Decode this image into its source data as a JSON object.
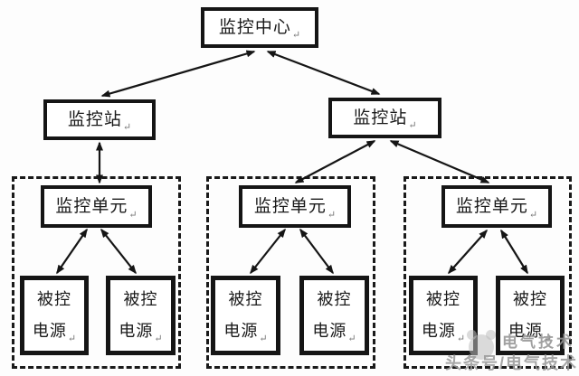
{
  "diagram": {
    "center": {
      "label": "监控中心"
    },
    "stations": [
      {
        "label": "监控站"
      },
      {
        "label": "监控站"
      }
    ],
    "groups": [
      {
        "unit": {
          "label": "监控单元"
        },
        "supplies": [
          {
            "line1": "被控",
            "line2": "电源"
          },
          {
            "line1": "被控",
            "line2": "电源"
          }
        ]
      },
      {
        "unit": {
          "label": "监控单元"
        },
        "supplies": [
          {
            "line1": "被控",
            "line2": "电源"
          },
          {
            "line1": "被控",
            "line2": "电源"
          }
        ]
      },
      {
        "unit": {
          "label": "监控单元"
        },
        "supplies": [
          {
            "line1": "被控",
            "line2": "电源"
          },
          {
            "line1": "被控",
            "line2": "电源"
          }
        ]
      }
    ],
    "return_mark": "↵",
    "colors": {
      "line": "#151515",
      "background": "#ffffff"
    }
  },
  "watermark": {
    "line1": "电气技术",
    "line2": "头条号/电气技术",
    "color": "#969696"
  }
}
